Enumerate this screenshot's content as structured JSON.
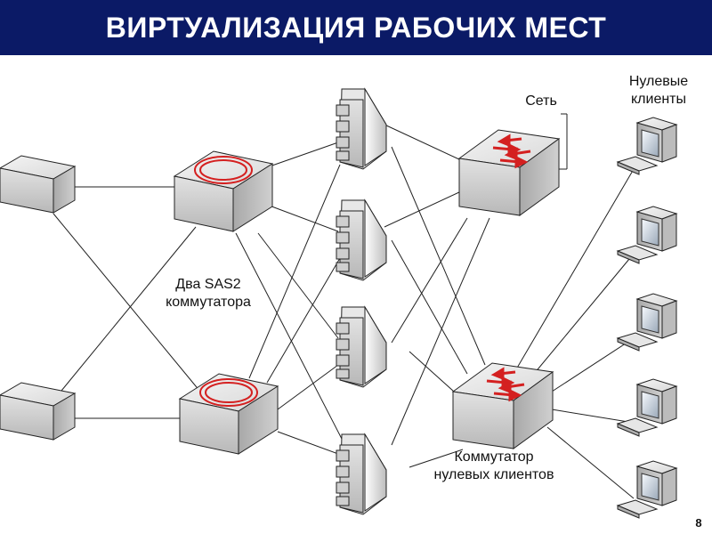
{
  "slide": {
    "title": "ВИРТУАЛИЗАЦИЯ РАБОЧИХ МЕСТ",
    "page_number": "8"
  },
  "labels": {
    "sas_line1": "Два SAS2",
    "sas_line2": "коммутатора",
    "network": "Сеть",
    "zero_clients_line1": "Нулевые",
    "zero_clients_line2": "клиенты",
    "switch_line1": "Коммутатор",
    "switch_line2": "нулевых клиентов"
  },
  "colors": {
    "title_bg": "#0b1a66",
    "device_gray": "#d6d6d6",
    "ring_red": "#d42020",
    "arrow_red": "#d42020",
    "line": "#222222"
  },
  "icons": {
    "storage_box": "storage-enclosure-icon",
    "sas_switch": "sas-switch-icon",
    "server": "server-tower-icon",
    "network_switch": "network-switch-icon",
    "zero_client": "zero-client-computer-icon"
  }
}
